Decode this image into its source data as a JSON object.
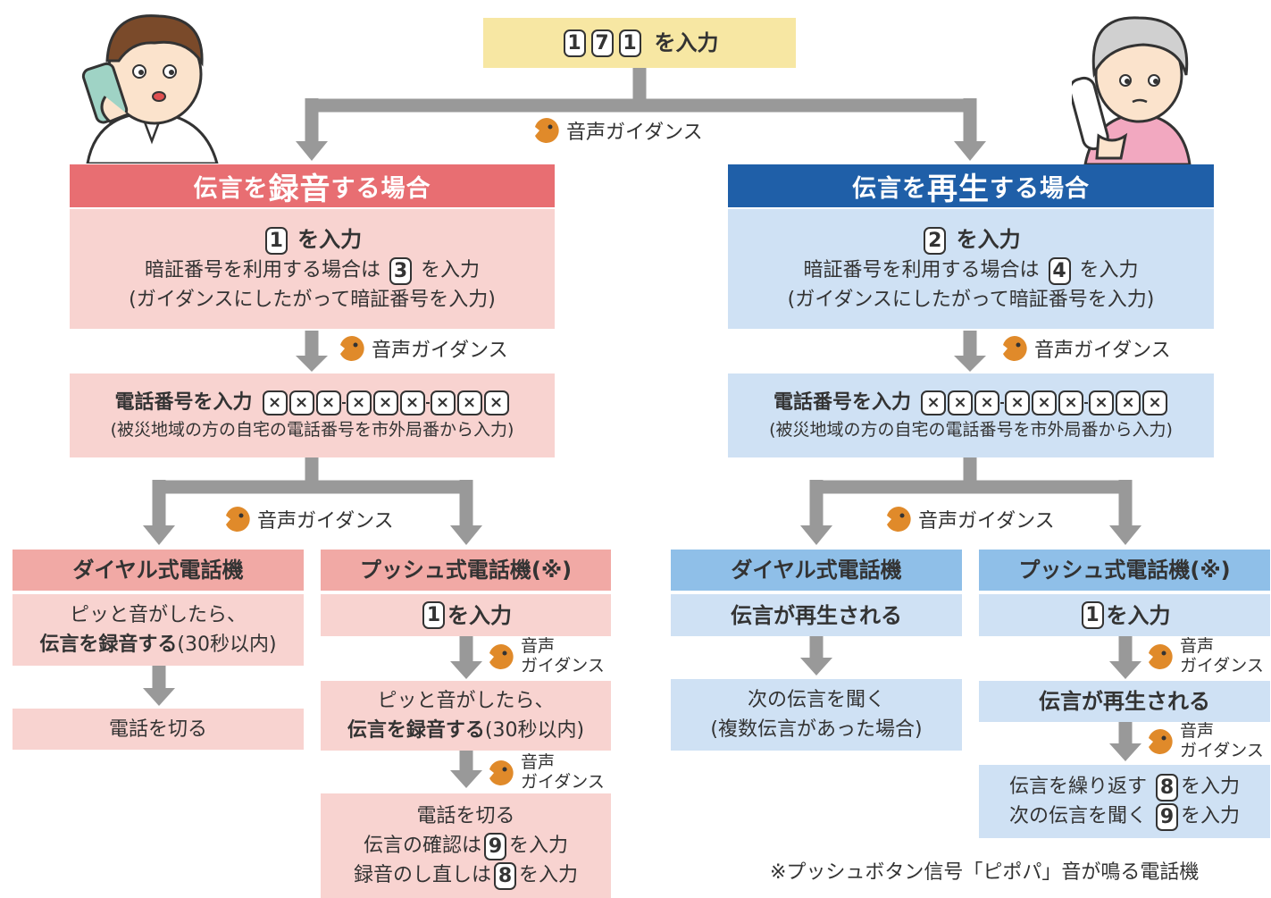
{
  "colors": {
    "record_accent": "#e86e72",
    "play_accent": "#1f5fa8",
    "arrow": "#999999",
    "top": "#f7e7a3"
  },
  "top": {
    "key1": "1",
    "key2": "7",
    "key3": "1",
    "suffix": "を入力"
  },
  "guidance": "音声ガイダンス",
  "guidance_small": [
    "音声",
    "ガイダンス"
  ],
  "record": {
    "header_pre": "伝言を",
    "header_big": "録音",
    "header_post": "する場合",
    "step1": {
      "key": "1",
      "suffix": "を入力",
      "line2_pre": "暗証番号を利用する場合は",
      "line2_key": "3",
      "line2_post": "を入力",
      "line3": "(ガイダンスにしたがって暗証番号を入力)"
    },
    "phone": {
      "label": "電話番号を入力",
      "xmark": "×",
      "note": "(被災地域の方の自宅の電話番号を市外局番から入力)"
    },
    "dial": {
      "title": "ダイヤル式電話機",
      "line1": "ピッと音がしたら、",
      "line2_bold": "伝言を録音する",
      "line2_rest": "(30秒以内)",
      "end": "電話を切る"
    },
    "push": {
      "title": "プッシュ式電話機(※)",
      "key": "1",
      "suffix": "を入力",
      "line1": "ピッと音がしたら、",
      "line2_bold": "伝言を録音する",
      "line2_rest": "(30秒以内)",
      "end1": "電話を切る",
      "end2_pre": "伝言の確認は",
      "end2_key": "9",
      "end2_post": "を入力",
      "end3_pre": "録音のし直しは",
      "end3_key": "8",
      "end3_post": "を入力"
    }
  },
  "play": {
    "header_pre": "伝言を",
    "header_big": "再生",
    "header_post": "する場合",
    "step1": {
      "key": "2",
      "suffix": "を入力",
      "line2_pre": "暗証番号を利用する場合は",
      "line2_key": "4",
      "line2_post": "を入力",
      "line3": "(ガイダンスにしたがって暗証番号を入力)"
    },
    "phone": {
      "label": "電話番号を入力",
      "xmark": "×",
      "note": "(被災地域の方の自宅の電話番号を市外局番から入力)"
    },
    "dial": {
      "title": "ダイヤル式電話機",
      "line1": "伝言が再生される",
      "next1": "次の伝言を聞く",
      "next2": "(複数伝言があった場合)"
    },
    "push": {
      "title": "プッシュ式電話機(※)",
      "key": "1",
      "suffix": "を入力",
      "played": "伝言が再生される",
      "rep_pre": "伝言を繰り返す",
      "rep_key": "8",
      "rep_post": "を入力",
      "next_pre": "次の伝言を聞く",
      "next_key": "9",
      "next_post": "を入力"
    }
  },
  "footnote": "※プッシュボタン信号「ピポパ」音が鳴る電話機"
}
